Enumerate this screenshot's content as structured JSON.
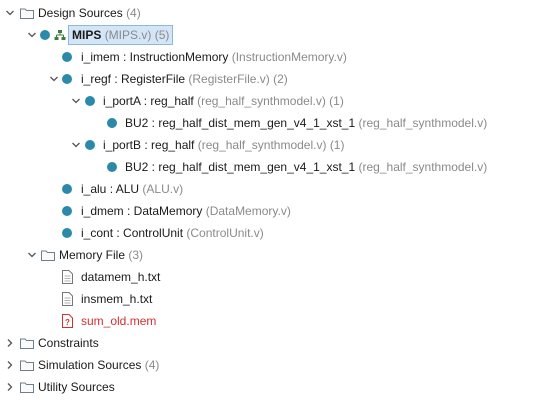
{
  "tree": {
    "design_sources": {
      "label": "Design Sources",
      "count": "(4)"
    },
    "mips": {
      "name": "MIPS",
      "file": "(MIPS.v)",
      "count": "(5)"
    },
    "i_imem": {
      "inst": "i_imem : InstructionMemory",
      "file": "(InstructionMemory.v)"
    },
    "i_regf": {
      "inst": "i_regf : RegisterFile",
      "file": "(RegisterFile.v)",
      "count": "(2)"
    },
    "i_portA": {
      "inst": "i_portA : reg_half",
      "file": "(reg_half_synthmodel.v)",
      "count": "(1)"
    },
    "bu2_a": {
      "inst": "BU2 : reg_half_dist_mem_gen_v4_1_xst_1",
      "file": "(reg_half_synthmodel.v)"
    },
    "i_portB": {
      "inst": "i_portB : reg_half",
      "file": "(reg_half_synthmodel.v)",
      "count": "(1)"
    },
    "bu2_b": {
      "inst": "BU2 : reg_half_dist_mem_gen_v4_1_xst_1",
      "file": "(reg_half_synthmodel.v)"
    },
    "i_alu": {
      "inst": "i_alu : ALU",
      "file": "(ALU.v)"
    },
    "i_dmem": {
      "inst": "i_dmem : DataMemory",
      "file": "(DataMemory.v)"
    },
    "i_cont": {
      "inst": "i_cont : ControlUnit",
      "file": "(ControlUnit.v)"
    },
    "memory_file": {
      "label": "Memory File",
      "count": "(3)"
    },
    "datamem": {
      "label": "datamem_h.txt"
    },
    "insmem": {
      "label": "insmem_h.txt"
    },
    "sum_old": {
      "label": "sum_old.mem"
    },
    "constraints": {
      "label": "Constraints"
    },
    "simulation_sources": {
      "label": "Simulation Sources",
      "count": "(4)"
    },
    "utility_sources": {
      "label": "Utility Sources"
    }
  },
  "colors": {
    "module_dot": "#2b8aa8",
    "missing_file": "#d32f2f",
    "selection_bg": "#d3e6f8",
    "folder": "#6d7f8d"
  },
  "icons": [
    "chevron-down-icon",
    "chevron-right-icon",
    "folder-icon",
    "module-dot-icon",
    "hierarchy-top-icon",
    "text-file-icon",
    "missing-file-icon"
  ]
}
